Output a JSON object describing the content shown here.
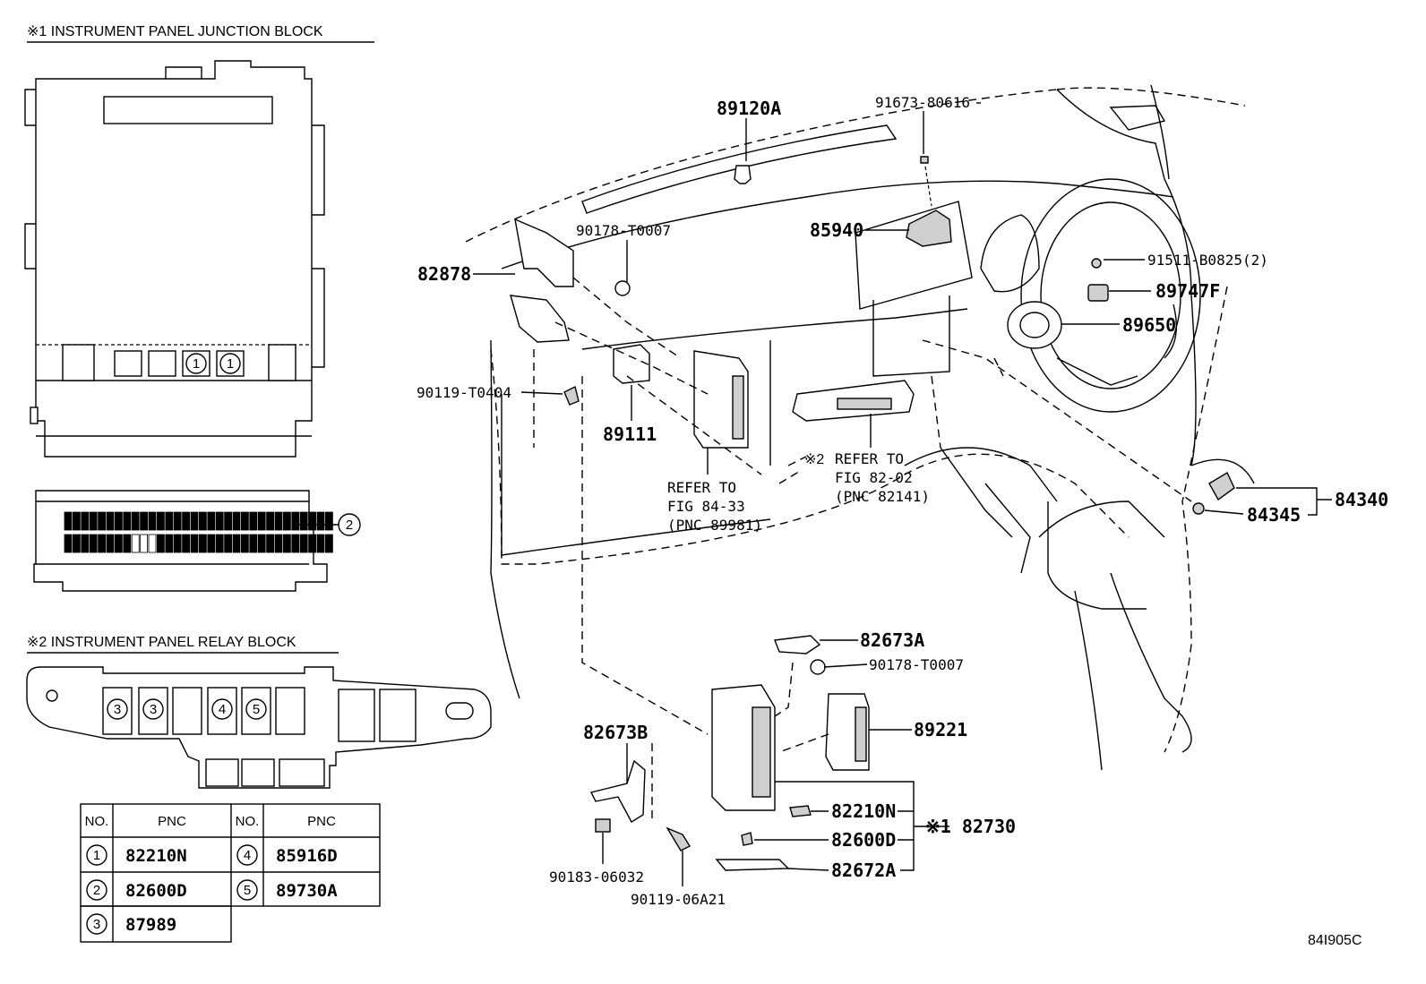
{
  "titles": {
    "junction_block": "※1 INSTRUMENT PANEL JUNCTION BLOCK",
    "relay_block": "※2 INSTRUMENT PANEL RELAY BLOCK"
  },
  "callouts": {
    "c1": "1",
    "c2": "2",
    "c3": "3",
    "c4": "4",
    "c5": "5"
  },
  "parts": {
    "p89120A": "89120A",
    "p91673": "91673-80616",
    "p82878": "82878",
    "p90178_top": "90178-T0007",
    "p85940": "85940",
    "p91511": "91511-B0825(2)",
    "p89747F": "89747F",
    "p89650": "89650",
    "p90119_T0404": "90119-T0404",
    "p89111": "89111",
    "p84340": "84340",
    "p84345": "84345",
    "p82673A": "82673A",
    "p90178_bottom": "90178-T0007",
    "p89221": "89221",
    "p82673B": "82673B",
    "p82210N": "82210N",
    "p82600D": "82600D",
    "p82672A": "82672A",
    "p82730": "※1 82730",
    "p90183": "90183-06032",
    "p90119_06A21": "90119-06A21"
  },
  "refers": {
    "r1_l1": "REFER TO",
    "r1_l2": "FIG 84-33",
    "r1_l3": "(PNC 89981)",
    "r2_mark": "※2",
    "r2_l1": "REFER TO",
    "r2_l2": "FIG 82-02",
    "r2_l3": "(PNC 82141)"
  },
  "table": {
    "headers": [
      "NO.",
      "PNC",
      "NO.",
      "PNC"
    ],
    "rows": [
      {
        "no": "1",
        "pnc": "82210N",
        "no2": "4",
        "pnc2": "85916D"
      },
      {
        "no": "2",
        "pnc": "82600D",
        "no2": "5",
        "pnc2": "89730A"
      },
      {
        "no": "3",
        "pnc": "87989",
        "no2": "",
        "pnc2": ""
      }
    ]
  },
  "figure_code": "84I905C"
}
